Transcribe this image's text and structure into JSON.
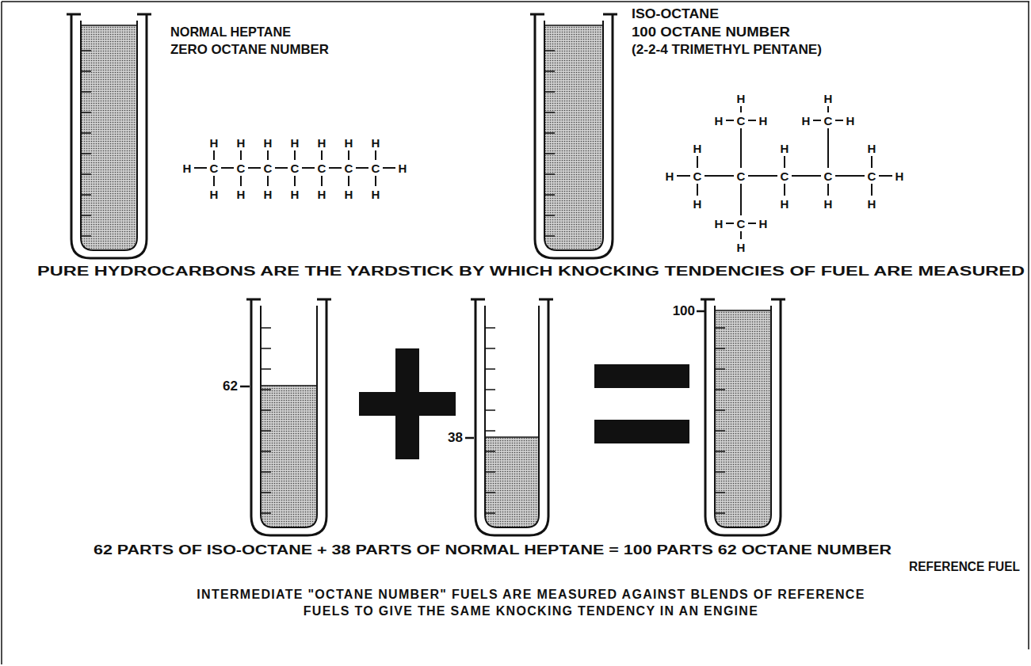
{
  "diagram": {
    "labels": [
      "NORMAL HEPTANE",
      "ZERO OCTANE NUMBER",
      "H",
      "H",
      "H",
      "H",
      "H",
      "H",
      "H",
      "H",
      "C",
      "C",
      "C",
      "C",
      "C",
      "C",
      "C",
      "H",
      "H",
      "H",
      "H",
      "H",
      "H",
      "H",
      "H",
      "ISO-OCTANE",
      "100 OCTANE NUMBER",
      "(2-2-4 TRIMETHYL PENTANE)",
      "H",
      "H",
      "H",
      "C",
      "H",
      "H",
      "C",
      "H",
      "H",
      "H",
      "H",
      "H",
      "C",
      "C",
      "C",
      "C",
      "C",
      "H",
      "H",
      "H",
      "H",
      "H",
      "H",
      "C",
      "H",
      "H",
      "PURE HYDROCARBONS ARE THE YARDSTICK BY WHICH KNOCKING TENDENCIES OF FUEL ARE MEASURED",
      "62",
      "38",
      "100",
      "62 PARTS OF ISO-OCTANE + 38 PARTS OF NORMAL HEPTANE = 100 PARTS 62 OCTANE NUMBER",
      "REFERENCE FUEL",
      "INTERMEDIATE \"OCTANE NUMBER\" FUELS ARE MEASURED AGAINST BLENDS OF REFERENCE FUELS TO GIVE THE SAME KNOCKING TENDENCY IN AN ENGINE"
    ]
  }
}
